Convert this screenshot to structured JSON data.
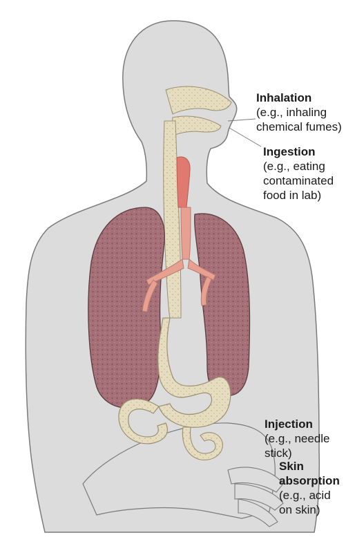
{
  "routes": {
    "inhalation": {
      "title": "Inhalation",
      "desc": [
        "(e.g., inhaling",
        "chemical fumes)"
      ]
    },
    "ingestion": {
      "title": "Ingestion",
      "desc": [
        "(e.g., eating",
        "contaminated",
        "food in lab)"
      ]
    },
    "injection": {
      "title": "Injection",
      "desc": [
        "(e.g., needle",
        "stick)"
      ]
    },
    "skin_absorption": {
      "title": [
        "Skin",
        "absorption"
      ],
      "desc": [
        "(e.g., acid",
        "on skin)"
      ]
    }
  },
  "colors": {
    "body": "#dcdcdc",
    "outline": "#7a7a7a",
    "lungs": "#a57077",
    "digestive": "#e6ddc1",
    "airway": "#e8a090",
    "throat": "#e07a70"
  }
}
